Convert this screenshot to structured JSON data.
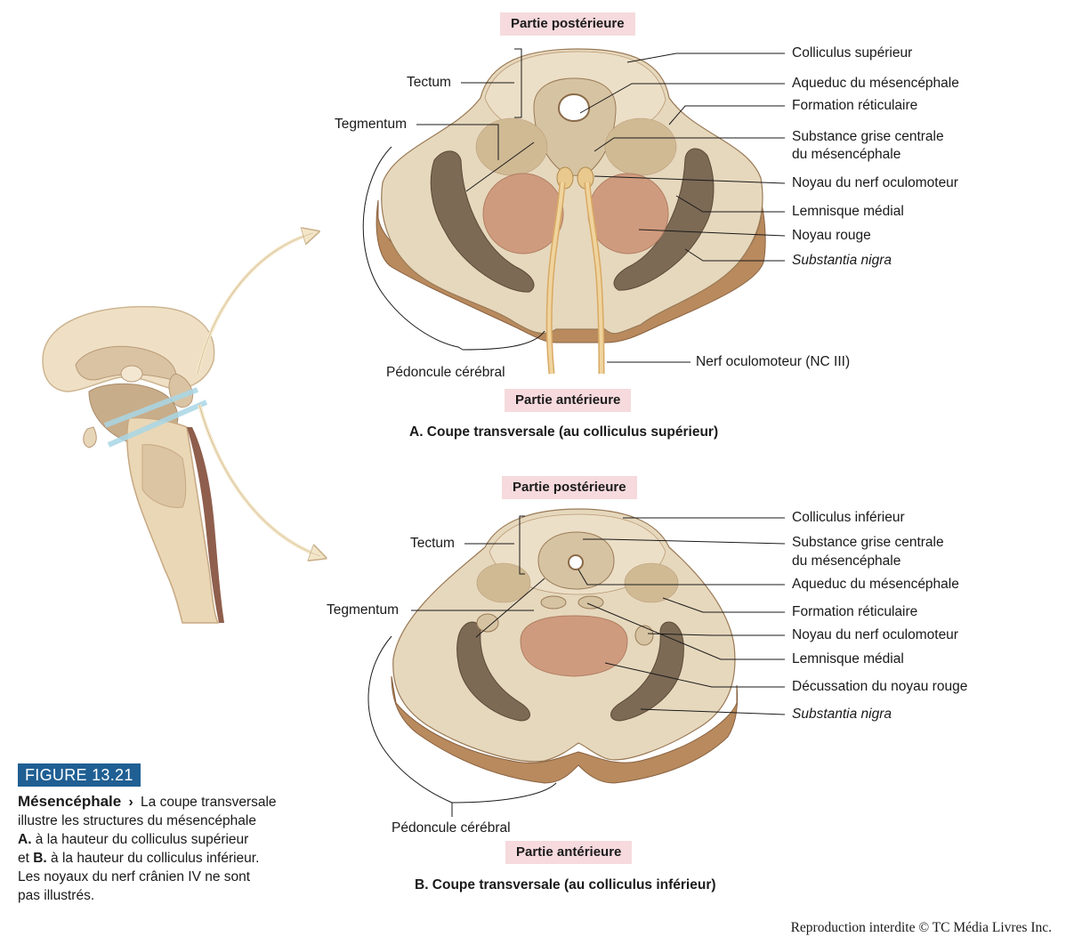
{
  "figure_a": {
    "top_label": "Partie postérieure",
    "bottom_label": "Partie antérieure",
    "caption": "A. Coupe transversale (au colliculus supérieur)",
    "left_labels": {
      "tectum": "Tectum",
      "tegmentum": "Tegmentum",
      "peduncle": "Pédoncule cérébral"
    },
    "right_labels": [
      "Colliculus supérieur",
      "Aqueduc du mésencéphale",
      "Formation réticulaire",
      "Substance grise centrale",
      "du mésencéphale",
      "Noyau du nerf oculomoteur",
      "Lemnisque médial",
      "Noyau rouge",
      "Substantia nigra"
    ],
    "nerve_label": "Nerf oculomoteur (NC III)"
  },
  "figure_b": {
    "top_label": "Partie postérieure",
    "bottom_label": "Partie antérieure",
    "caption": "B. Coupe transversale (au colliculus inférieur)",
    "left_labels": {
      "tectum": "Tectum",
      "tegmentum": "Tegmentum",
      "peduncle": "Pédoncule cérébral"
    },
    "right_labels": [
      "Colliculus inférieur",
      "Substance grise centrale",
      "du mésencéphale",
      "Aqueduc du mésencéphale",
      "Formation réticulaire",
      "Noyau du nerf oculomoteur",
      "Lemnisque médial",
      "Décussation du noyau rouge",
      "Substantia nigra"
    ]
  },
  "figure_info": {
    "badge": "FIGURE 13.21",
    "title": "Mésencéphale",
    "chevron": "›",
    "line1_rest": " La coupe transversale",
    "line2": "illustre les structures du mésencéphale",
    "line3_bold": "A.",
    "line3_rest": " à la hauteur du colliculus supérieur",
    "line4_prefix": "et ",
    "line4_bold": "B.",
    "line4_rest": " à la hauteur du colliculus inférieur.",
    "line5": "Les noyaux du nerf crânien IV ne sont",
    "line6": "pas illustrés."
  },
  "copyright": "Reproduction interdite © TC Média Livres Inc.",
  "colors": {
    "tissue": "#e6d8bd",
    "tissue_dark": "#c9ad85",
    "side": "#b88a5e",
    "nigra": "#7c6a55",
    "red_nucleus": "#cf9b7e",
    "gray_matter": "#d6c3a2",
    "pill": "#f6dadd",
    "badge": "#1f5f93",
    "arrow": "#f1e4c6",
    "plane": "#a9d7e6"
  }
}
